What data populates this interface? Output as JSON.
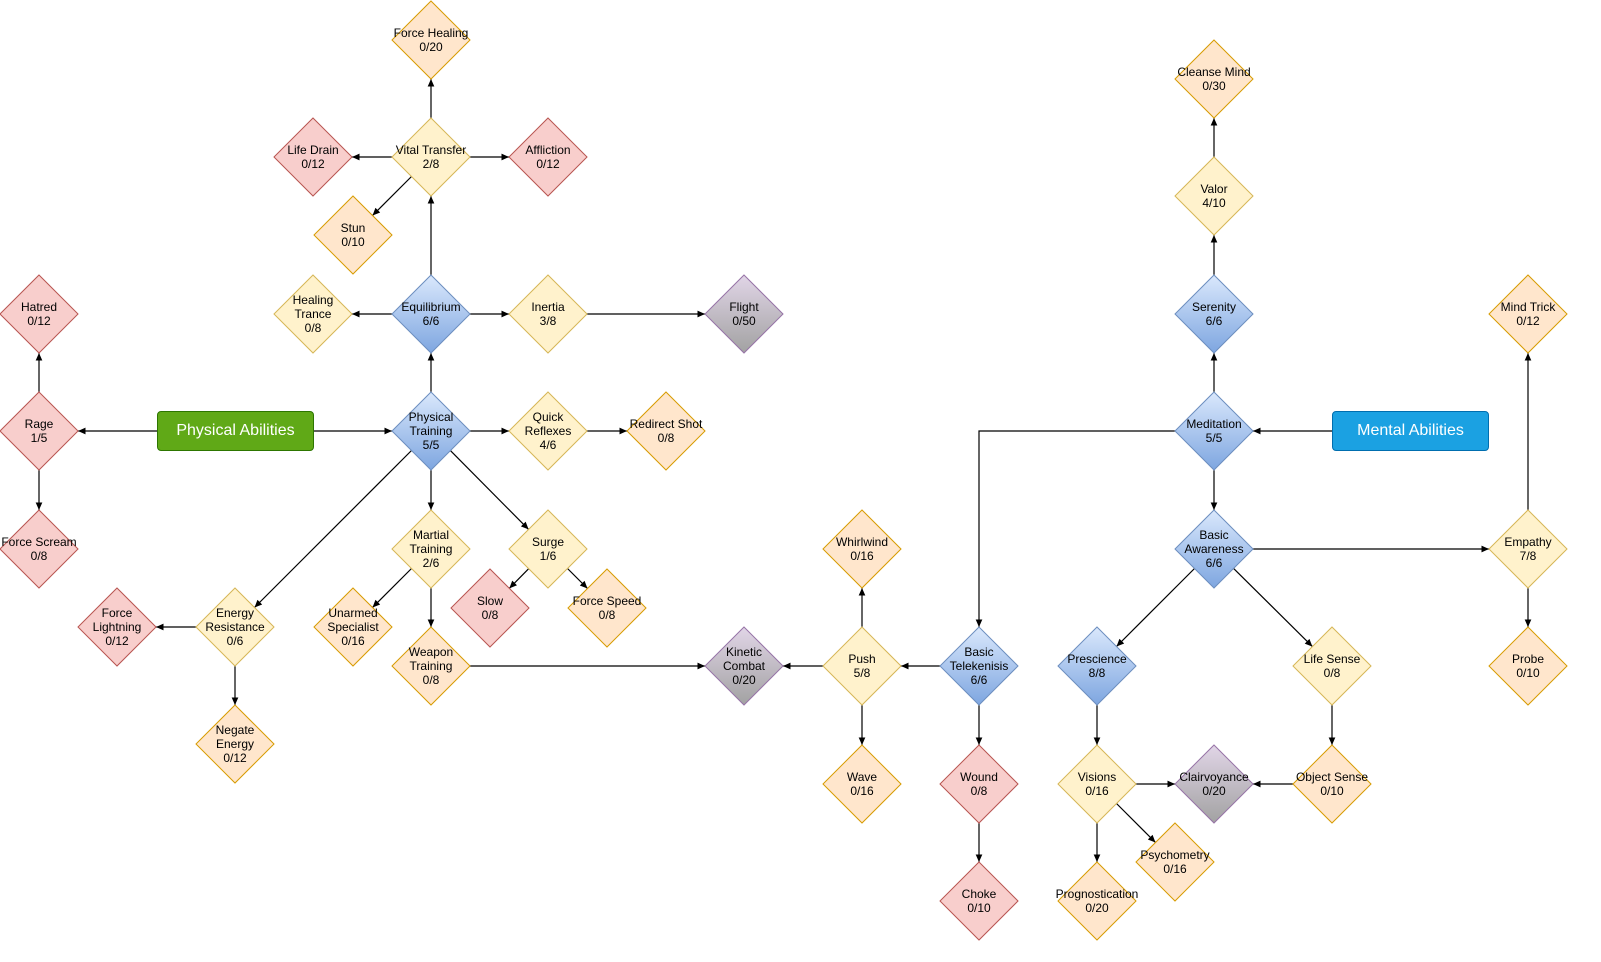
{
  "colors": {
    "yellow": {
      "fill": "#fff2cc",
      "stroke": "#d6b656"
    },
    "orange": {
      "fill": "#ffe6cc",
      "stroke": "#d79b00"
    },
    "red": {
      "fill": "#f8cecc",
      "stroke": "#b85450"
    },
    "purple": {
      "fill": "#e1d5e7",
      "stroke": "#9673a6"
    },
    "blue": {
      "fill": "#dae8fc",
      "stroke": "#6c8ebf"
    },
    "edge": "#000000"
  },
  "roots": {
    "physical": {
      "label": "Physical Abilities",
      "fill": "#60a917",
      "stroke": "#2d7600"
    },
    "mental": {
      "label": "Mental Abilities",
      "fill": "#1ba1e2",
      "stroke": "#006eaf"
    }
  },
  "nodes": [
    {
      "id": "force-healing",
      "label": "Force Healing\n0/20",
      "style": "orange"
    },
    {
      "id": "life-drain",
      "label": "Life Drain\n0/12",
      "style": "red"
    },
    {
      "id": "vital-transfer",
      "label": "Vital Transfer\n2/8",
      "style": "yellow"
    },
    {
      "id": "affliction",
      "label": "Affliction\n0/12",
      "style": "red"
    },
    {
      "id": "stun",
      "label": "Stun\n0/10",
      "style": "orange"
    },
    {
      "id": "hatred",
      "label": "Hatred\n0/12",
      "style": "red"
    },
    {
      "id": "healing-trance",
      "label": "Healing\nTrance\n0/8",
      "style": "yellow"
    },
    {
      "id": "equilibrium",
      "label": "Equilibrium\n6/6",
      "style": "blue"
    },
    {
      "id": "inertia",
      "label": "Inertia\n3/8",
      "style": "yellow"
    },
    {
      "id": "flight",
      "label": "Flight\n0/50",
      "style": "purple"
    },
    {
      "id": "rage",
      "label": "Rage\n1/5",
      "style": "red"
    },
    {
      "id": "physical-training",
      "label": "Physical\nTraining\n5/5",
      "style": "blue"
    },
    {
      "id": "quick-reflexes",
      "label": "Quick\nReflexes\n4/6",
      "style": "yellow"
    },
    {
      "id": "redirect-shot",
      "label": "Redirect Shot\n0/8",
      "style": "orange"
    },
    {
      "id": "force-scream",
      "label": "Force Scream\n0/8",
      "style": "red"
    },
    {
      "id": "martial-training",
      "label": "Martial\nTraining\n2/6",
      "style": "yellow"
    },
    {
      "id": "surge",
      "label": "Surge\n1/6",
      "style": "yellow"
    },
    {
      "id": "slow",
      "label": "Slow\n0/8",
      "style": "red"
    },
    {
      "id": "force-speed",
      "label": "Force Speed\n0/8",
      "style": "orange"
    },
    {
      "id": "force-lightning",
      "label": "Force\nLightning\n0/12",
      "style": "red"
    },
    {
      "id": "energy-resistance",
      "label": "Energy\nResistance\n0/6",
      "style": "yellow"
    },
    {
      "id": "unarmed-specialist",
      "label": "Unarmed\nSpecialist\n0/16",
      "style": "orange"
    },
    {
      "id": "weapon-training",
      "label": "Weapon\nTraining\n0/8",
      "style": "orange"
    },
    {
      "id": "negate-energy",
      "label": "Negate\nEnergy\n0/12",
      "style": "orange"
    },
    {
      "id": "whirlwind",
      "label": "Whirlwind\n0/16",
      "style": "orange"
    },
    {
      "id": "kinetic-combat",
      "label": "Kinetic\nCombat\n0/20",
      "style": "purple"
    },
    {
      "id": "push",
      "label": "Push\n5/8",
      "style": "yellow"
    },
    {
      "id": "basic-telekenisis",
      "label": "Basic\nTelekenisis\n6/6",
      "style": "blue"
    },
    {
      "id": "wave",
      "label": "Wave\n0/16",
      "style": "orange"
    },
    {
      "id": "wound",
      "label": "Wound\n0/8",
      "style": "red"
    },
    {
      "id": "choke",
      "label": "Choke\n0/10",
      "style": "red"
    },
    {
      "id": "cleanse-mind",
      "label": "Cleanse Mind\n0/30",
      "style": "orange"
    },
    {
      "id": "valor",
      "label": "Valor\n4/10",
      "style": "yellow"
    },
    {
      "id": "serenity",
      "label": "Serenity\n6/6",
      "style": "blue"
    },
    {
      "id": "mind-trick",
      "label": "Mind Trick\n0/12",
      "style": "orange"
    },
    {
      "id": "meditation",
      "label": "Meditation\n5/5",
      "style": "blue"
    },
    {
      "id": "basic-awareness",
      "label": "Basic\nAwareness\n6/6",
      "style": "blue"
    },
    {
      "id": "empathy",
      "label": "Empathy\n7/8",
      "style": "yellow"
    },
    {
      "id": "prescience",
      "label": "Prescience\n8/8",
      "style": "blue"
    },
    {
      "id": "life-sense",
      "label": "Life Sense\n0/8",
      "style": "yellow"
    },
    {
      "id": "probe",
      "label": "Probe\n0/10",
      "style": "orange"
    },
    {
      "id": "visions",
      "label": "Visions\n0/16",
      "style": "yellow"
    },
    {
      "id": "clairvoyance",
      "label": "Clairvoyance\n0/20",
      "style": "purple"
    },
    {
      "id": "object-sense",
      "label": "Object Sense\n0/10",
      "style": "orange"
    },
    {
      "id": "psychometry",
      "label": "Psychometry\n0/16",
      "style": "orange"
    },
    {
      "id": "prognostication",
      "label": "Prognostication\n0/20",
      "style": "orange"
    }
  ],
  "edges": [
    [
      "physical-root",
      "rage"
    ],
    [
      "physical-root",
      "physical-training"
    ],
    [
      "rage",
      "hatred"
    ],
    [
      "rage",
      "force-scream"
    ],
    [
      "physical-training",
      "equilibrium"
    ],
    [
      "physical-training",
      "quick-reflexes"
    ],
    [
      "physical-training",
      "martial-training"
    ],
    [
      "physical-training",
      "surge"
    ],
    [
      "physical-training",
      "energy-resistance"
    ],
    [
      "quick-reflexes",
      "redirect-shot"
    ],
    [
      "equilibrium",
      "vital-transfer"
    ],
    [
      "equilibrium",
      "healing-trance"
    ],
    [
      "equilibrium",
      "inertia"
    ],
    [
      "inertia",
      "flight"
    ],
    [
      "vital-transfer",
      "force-healing"
    ],
    [
      "vital-transfer",
      "life-drain"
    ],
    [
      "vital-transfer",
      "affliction"
    ],
    [
      "vital-transfer",
      "stun"
    ],
    [
      "martial-training",
      "unarmed-specialist"
    ],
    [
      "martial-training",
      "weapon-training"
    ],
    [
      "surge",
      "slow"
    ],
    [
      "surge",
      "force-speed"
    ],
    [
      "energy-resistance",
      "force-lightning"
    ],
    [
      "energy-resistance",
      "negate-energy"
    ],
    [
      "weapon-training",
      "kinetic-combat"
    ],
    [
      "mental-root",
      "meditation"
    ],
    [
      "meditation",
      "serenity"
    ],
    [
      "meditation",
      "basic-awareness"
    ],
    [
      "meditation",
      "basic-telekenisis"
    ],
    [
      "serenity",
      "valor"
    ],
    [
      "valor",
      "cleanse-mind"
    ],
    [
      "basic-telekenisis",
      "push"
    ],
    [
      "basic-telekenisis",
      "wound"
    ],
    [
      "push",
      "kinetic-combat"
    ],
    [
      "push",
      "whirlwind"
    ],
    [
      "push",
      "wave"
    ],
    [
      "wound",
      "choke"
    ],
    [
      "basic-awareness",
      "empathy"
    ],
    [
      "basic-awareness",
      "prescience"
    ],
    [
      "basic-awareness",
      "life-sense"
    ],
    [
      "empathy",
      "mind-trick"
    ],
    [
      "empathy",
      "probe"
    ],
    [
      "prescience",
      "visions"
    ],
    [
      "visions",
      "clairvoyance"
    ],
    [
      "visions",
      "psychometry"
    ],
    [
      "visions",
      "prognostication"
    ],
    [
      "life-sense",
      "object-sense"
    ],
    [
      "object-sense",
      "clairvoyance"
    ]
  ]
}
